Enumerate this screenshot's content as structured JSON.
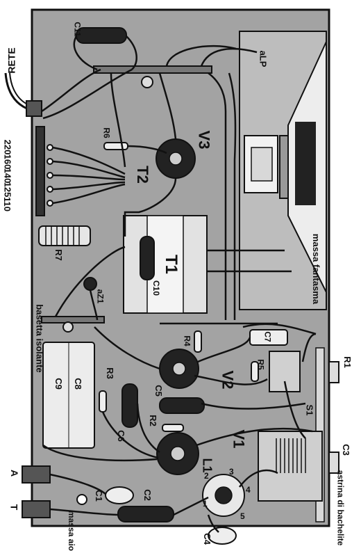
{
  "labels": {
    "rete": "RETE",
    "alp": "aLP",
    "v120": "220",
    "v160": "160",
    "v140": "140",
    "v125": "125",
    "v110": "110",
    "c11": "C11",
    "r6": "R6",
    "v3": "V3",
    "t2": "T2",
    "r7": "R7",
    "t1": "T1",
    "c10": "C10",
    "az1": "aZ1",
    "basetta": "basetta isolante",
    "massa_fantasma": "massa fantasma",
    "r1": "R1",
    "c7": "C7",
    "r5": "R5",
    "r4": "R4",
    "v2": "V2",
    "c9": "C9",
    "c8": "C8",
    "r3": "R3",
    "c5": "C5",
    "c6": "C6",
    "r2": "R2",
    "s1": "S1",
    "v1": "V1",
    "l1": "L1",
    "c3": "C3",
    "a": "A",
    "t": "T",
    "c1": "C1",
    "c2": "C2",
    "c4": "C4",
    "massa_aio": "massa aio",
    "bachelite": "astrina di bachelite",
    "pin1": "1",
    "pin2": "2",
    "pin3": "3",
    "pin4": "4",
    "pin5": "5"
  },
  "colors": {
    "ink": "#111111",
    "chassis": "#9a9a9a",
    "panel": "#cfcfcf",
    "paper": "#ffffff"
  }
}
